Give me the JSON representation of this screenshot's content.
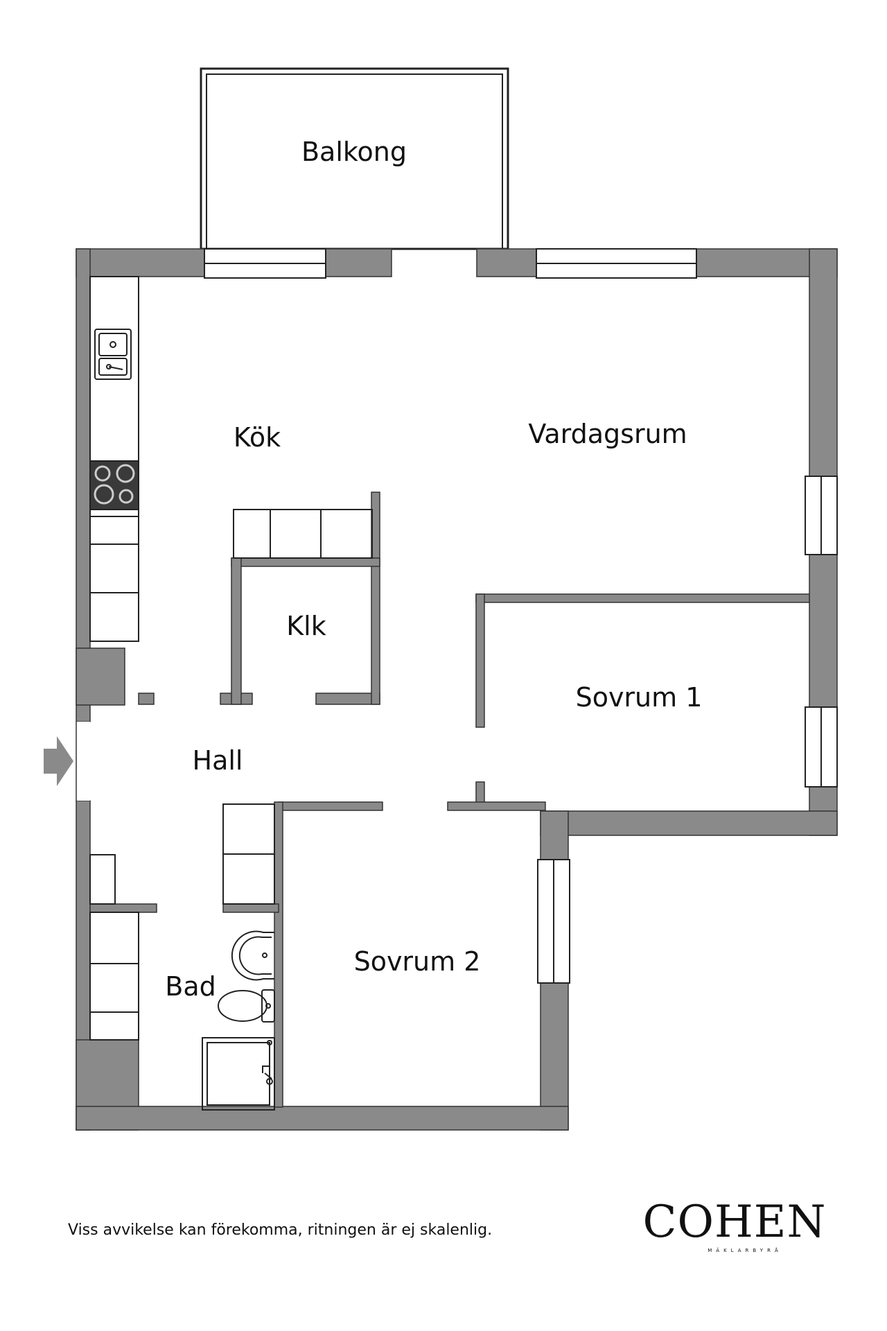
{
  "rooms": {
    "balkong": "Balkong",
    "kok": "Kök",
    "vardagsrum": "Vardagsrum",
    "klk": "Klk",
    "sovrum1": "Sovrum 1",
    "hall": "Hall",
    "sovrum2": "Sovrum 2",
    "bad": "Bad"
  },
  "disclaimer": "Viss avvikelse kan förekomma, ritningen är ej skalenlig.",
  "logo": {
    "name": "COHEN",
    "tagline": "MÄKLARBYRÅ"
  },
  "icons": {
    "entrance": "entrance-arrow-icon",
    "sink": "kitchen-sink-icon",
    "stove": "stove-icon",
    "washbasin": "washbasin-icon",
    "toilet": "toilet-icon",
    "shower": "shower-icon"
  },
  "colors": {
    "wall": "#8a8a8a",
    "stove": "#3a3a3a",
    "line": "#222222",
    "background": "#ffffff"
  }
}
